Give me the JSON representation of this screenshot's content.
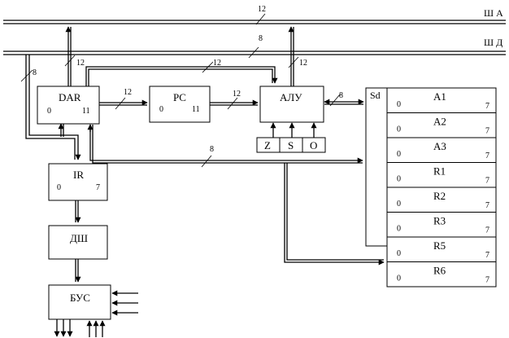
{
  "buses": {
    "address_label": "Ш А",
    "data_label": "Ш Д",
    "address_width": "12",
    "data_width": "8"
  },
  "blocks": {
    "dar": {
      "name": "DAR",
      "bit_low": "0",
      "bit_high": "11"
    },
    "pc": {
      "name": "PC",
      "bit_low": "0",
      "bit_high": "11"
    },
    "alu": {
      "name": "АЛУ"
    },
    "ir": {
      "name": "IR",
      "bit_low": "0",
      "bit_high": "7"
    },
    "decoder": {
      "name": "ДШ"
    },
    "control": {
      "name": "БУС"
    },
    "flags": [
      "Z",
      "S",
      "O"
    ]
  },
  "register_file": {
    "select_label": "Sd",
    "registers": [
      {
        "name": "A1",
        "bit_low": "0",
        "bit_high": "7"
      },
      {
        "name": "A2",
        "bit_low": "0",
        "bit_high": "7"
      },
      {
        "name": "A3",
        "bit_low": "0",
        "bit_high": "7"
      },
      {
        "name": "R1",
        "bit_low": "0",
        "bit_high": "7"
      },
      {
        "name": "R2",
        "bit_low": "0",
        "bit_high": "7"
      },
      {
        "name": "R3",
        "bit_low": "0",
        "bit_high": "7"
      },
      {
        "name": "R5",
        "bit_low": "0",
        "bit_high": "7"
      },
      {
        "name": "R6",
        "bit_low": "0",
        "bit_high": "7"
      }
    ]
  },
  "link_widths": {
    "dar_up": "12",
    "data_down": "8",
    "dar_to_pc": "12",
    "top_to_alu": "12",
    "pc_to_alu": "12",
    "alu_up": "12",
    "alu_regs": "8",
    "data_bottom": "8"
  }
}
